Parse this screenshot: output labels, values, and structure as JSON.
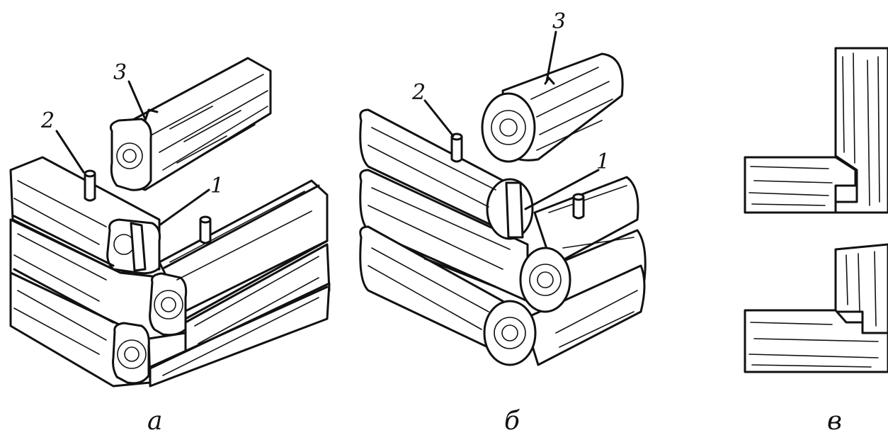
{
  "panels": {
    "a": {
      "caption": "а",
      "callouts": [
        "1",
        "2",
        "3"
      ]
    },
    "b": {
      "caption": "б",
      "callouts": [
        "1",
        "2",
        "3"
      ]
    },
    "c": {
      "caption": "в"
    }
  }
}
